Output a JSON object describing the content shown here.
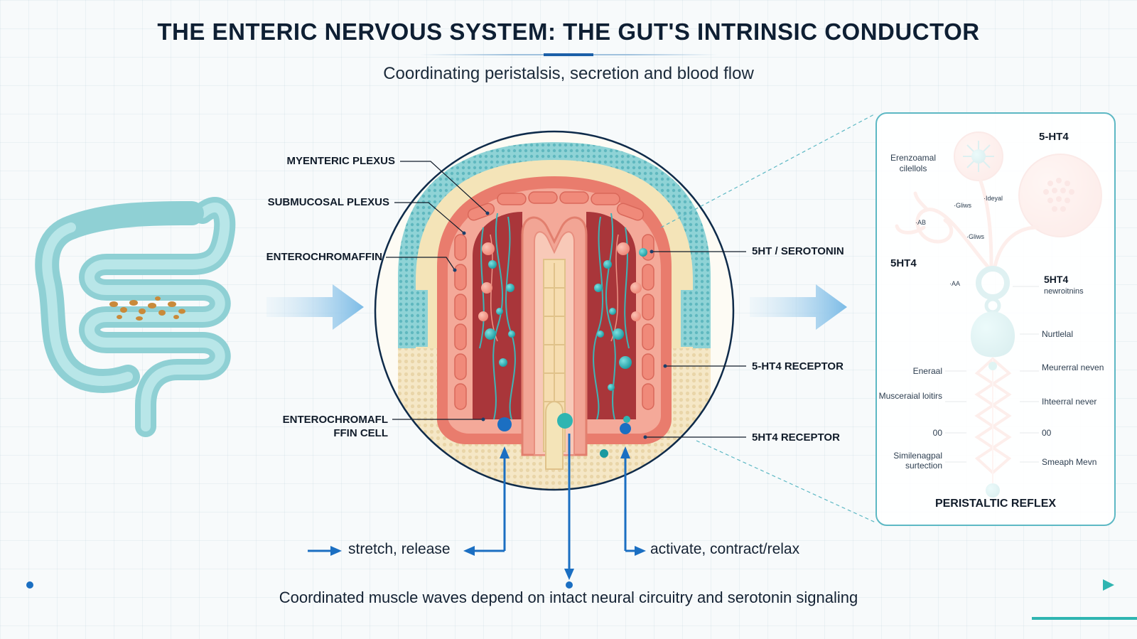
{
  "header": {
    "title": "THE ENTERIC NERVOUS SYSTEM: THE GUT'S INTRINSIC CONDUCTOR",
    "subtitle": "Coordinating peristalsis, secretion and blood flow"
  },
  "cross_section": {
    "labels_left": {
      "myenteric": "MYENTERIC PLEXUS",
      "submucosal": "SUBMUCOSAL PLEXUS",
      "enterochromaffin": "ENTEROCHROMAFFIN",
      "ec_cell_line1": "ENTEROCHROMAFL",
      "ec_cell_line2": "FFIN CELL"
    },
    "labels_right": {
      "serotonin": "5HT / SEROTONIN",
      "receptor_1": "5-HT4 RECEPTOR",
      "receptor_2": "5HT4 RECEPTOR"
    }
  },
  "inset": {
    "top_right_label": "5-HT4",
    "top_left_label_line1": "Erenzoamal",
    "top_left_label_line2": "cilellols",
    "left_label": "5HT4",
    "right_label_line1": "5HT4",
    "right_label_line2": "newroitnins",
    "tiny_1": "·Gliws",
    "tiny_2": "·Ideyal",
    "tiny_3": "·Gliws",
    "tiny_4": "·AB",
    "tiny_5": "·AA",
    "right_items": [
      "Nurtlelal",
      "Meurerral neven",
      "Ihteerral never",
      "00",
      "Smeaph Mevn"
    ],
    "left_items": [
      "Eneraal",
      "Musceraial loitirs",
      "00",
      "Similenagpal surtection"
    ],
    "title": "PERISTALTIC REFLEX"
  },
  "bottom": {
    "left_action": "stretch, release",
    "right_action": "activate, contract/relax",
    "footer": "Coordinated muscle waves depend on intact neural circuitry and serotonin signaling"
  },
  "colors": {
    "navy": "#0e1f33",
    "teal": "#2fb5b1",
    "blue": "#1b6fc2",
    "salmon": "#ef8a7c",
    "cream": "#f4e6c2",
    "gut": "#9fd6d8"
  }
}
